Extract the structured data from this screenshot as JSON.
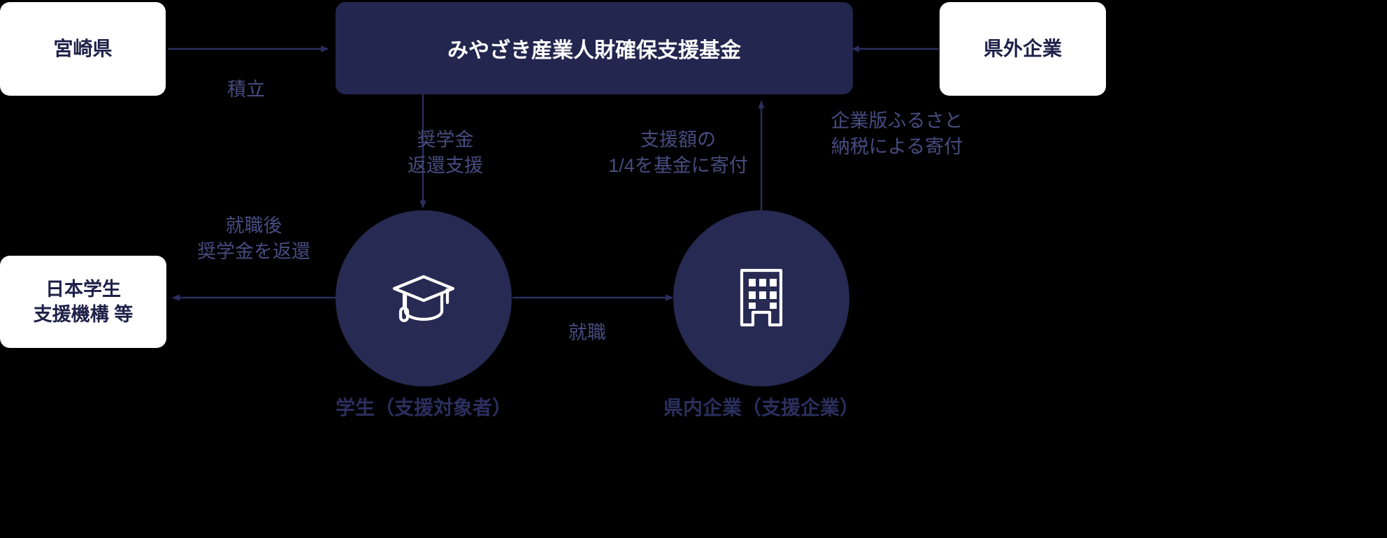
{
  "colors": {
    "background": "#000000",
    "dark_navy": "#23264e",
    "circle_navy": "#272a52",
    "box_text": "#1e2148",
    "label_text": "#474c80",
    "caption_text": "#2b2f5e",
    "arrow": "#2b2f5e",
    "white": "#ffffff"
  },
  "nodes": {
    "prefecture": {
      "label": "宮崎県"
    },
    "fund": {
      "label": "みやざき産業人財確保支援基金"
    },
    "outside_company": {
      "label": "県外企業"
    },
    "jasso": {
      "label": "日本学生\n支援機構 等"
    },
    "student": {
      "icon": "graduation-cap-icon",
      "caption": "学生（支援対象者）"
    },
    "local_company": {
      "icon": "office-building-icon",
      "caption": "県内企業（支援企業）"
    }
  },
  "edges": [
    {
      "id": "prefecture-to-fund",
      "label": "積立"
    },
    {
      "id": "outside-company-to-fund",
      "label": "企業版ふるさと\n納税による寄付"
    },
    {
      "id": "fund-to-student",
      "label": "奨学金\n返還支援"
    },
    {
      "id": "local-company-to-fund",
      "label": "支援額の\n1/4を基金に寄付"
    },
    {
      "id": "student-to-jasso",
      "label": "就職後\n奨学金を返還"
    },
    {
      "id": "student-to-local-company",
      "label": "就職"
    }
  ]
}
